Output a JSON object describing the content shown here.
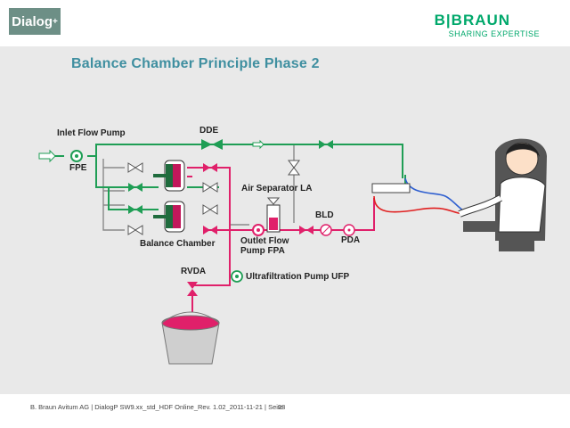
{
  "header": {
    "logo_text": "Dialog",
    "logo_sup": "+",
    "brand_name": "B|BRAUN",
    "brand_tagline": "SHARING EXPERTISE"
  },
  "title": "Balance Chamber Principle Phase 2",
  "labels": {
    "inlet_flow_pump": "Inlet Flow Pump",
    "fpe": "FPE",
    "dde": "DDE",
    "air_separator": "Air Separator LA",
    "bld": "BLD",
    "pda": "PDA",
    "balance_chamber": "Balance Chamber",
    "outlet_flow_pump": "Outlet Flow Pump FPA",
    "rvda": "RVDA",
    "uf_pump": "Ultrafiltration Pump UFP"
  },
  "colors": {
    "fresh_line": "#1f9e55",
    "used_line": "#e0206a",
    "blood_arterial": "#e02020",
    "blood_venous": "#3060d0",
    "title": "#3f8fa0",
    "brand": "#00a86b",
    "stage_bg": "#e9e9e9"
  },
  "footer": {
    "text": "B. Braun Avitum AG | DialogP SW9.xx_std_HDF Online_Rev. 1.02_2011-11-21 | Seite",
    "page": "23"
  }
}
